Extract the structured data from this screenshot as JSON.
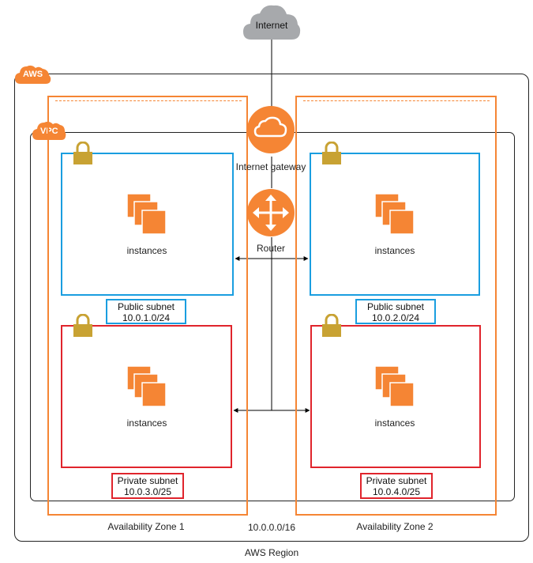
{
  "internet": {
    "label": "Internet"
  },
  "aws_badge": {
    "label": "AWS"
  },
  "vpc_badge": {
    "label": "VPC"
  },
  "gateway": {
    "label": "Internet gateway"
  },
  "router": {
    "label": "Router"
  },
  "instances_label": "instances",
  "subnets": {
    "public_1": {
      "name": "Public subnet",
      "cidr": "10.0.1.0/24"
    },
    "public_2": {
      "name": "Public subnet",
      "cidr": "10.0.2.0/24"
    },
    "private_1": {
      "name": "Private subnet",
      "cidr": "10.0.3.0/25"
    },
    "private_2": {
      "name": "Private subnet",
      "cidr": "10.0.4.0/25"
    }
  },
  "zones": {
    "zone_1": "Availability Zone 1",
    "zone_2": "Availability Zone 2"
  },
  "vpc_cidr": "10.0.0.0/16",
  "region_label": "AWS Region",
  "colors": {
    "orange": "#f58534",
    "public_blue": "#1a9ee0",
    "private_red": "#e0242c",
    "cloud_gray": "#a7a9ac",
    "lock_gold": "#c8a233"
  }
}
